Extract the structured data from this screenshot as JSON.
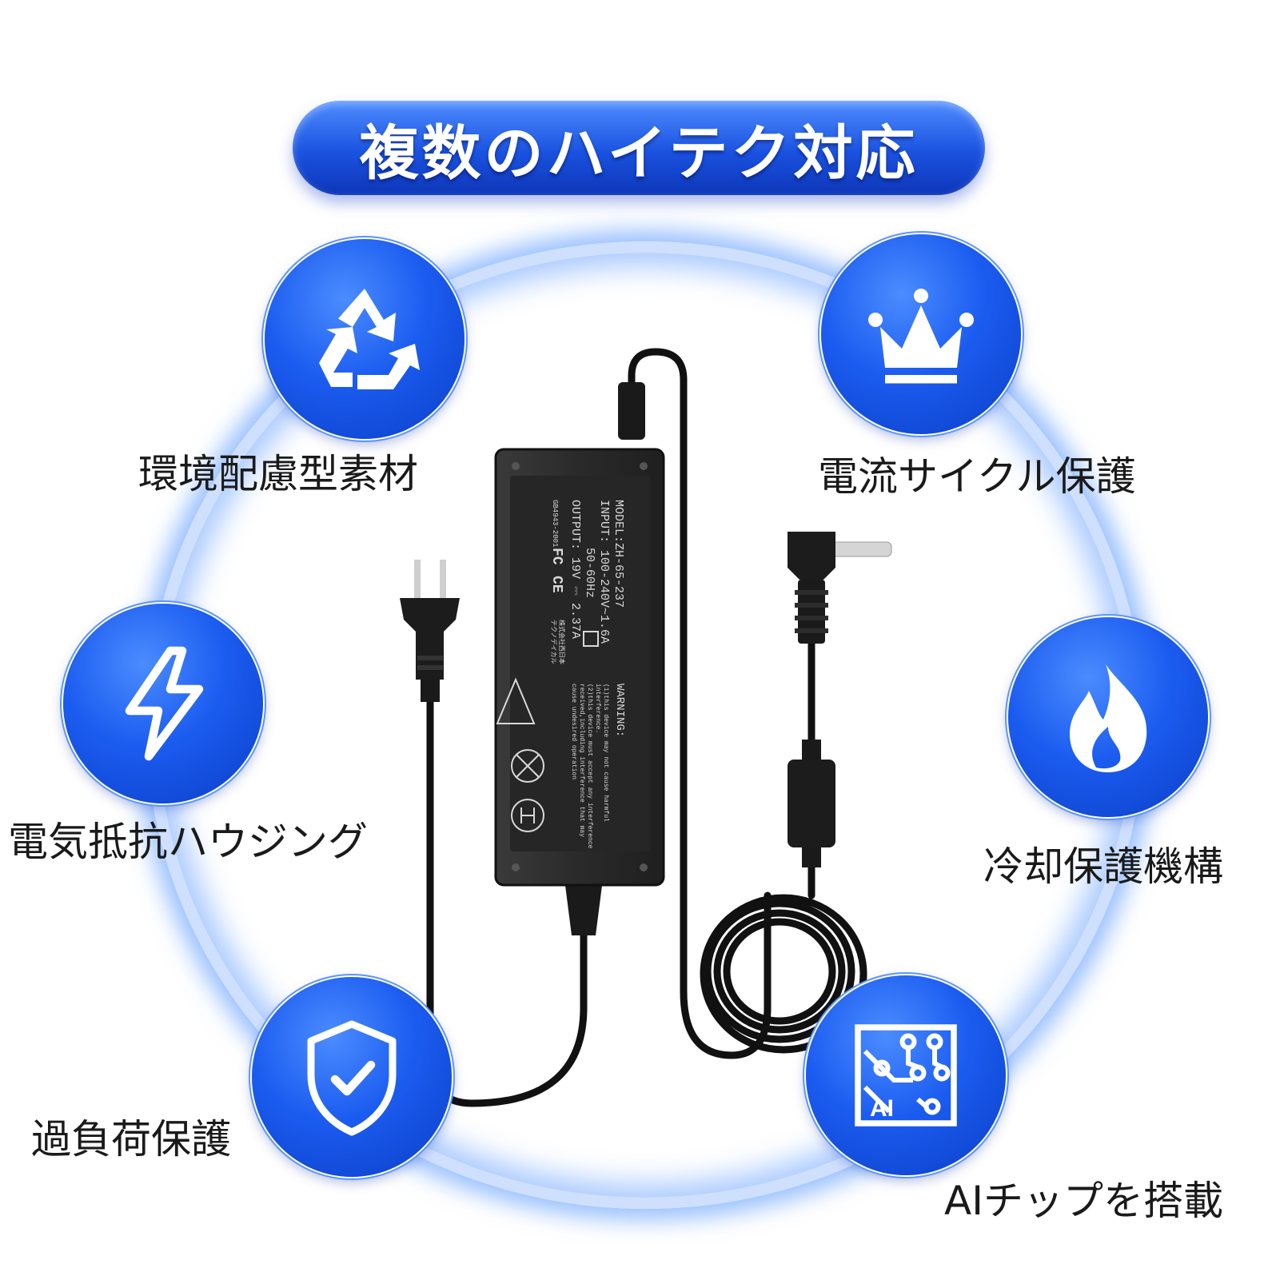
{
  "title": "複数のハイテク対応",
  "features": [
    {
      "label": "環境配慮型素材",
      "icon": "recycle-icon"
    },
    {
      "label": "電流サイクル保護",
      "icon": "crown-icon"
    },
    {
      "label": "電気抵抗ハウジング",
      "icon": "lightning-icon"
    },
    {
      "label": "冷却保護機構",
      "icon": "flame-icon"
    },
    {
      "label": "過負荷保護",
      "icon": "shield-check-icon"
    },
    {
      "label": "AIチップを搭載",
      "icon": "ai-chip-icon"
    }
  ],
  "adapter_label": {
    "model": "MODEL:ZH-65-237",
    "input": "INPUT: 100-240V~1.6A",
    "input_freq": "50-60Hz",
    "output": "OUTPUT: 19V ⎓ 2.37A",
    "warning_title": "WARNING:",
    "warning_1": "(1)this device may not cause harmful",
    "warning_1b": "interference.",
    "warning_2": "(2)this device must accept any interference",
    "warning_2b": "received,including interference that may",
    "warning_2c": "cause undesired operation",
    "standard": "GB4943-2001",
    "fcc_mark": "FC",
    "ce_mark": "CE",
    "maker": "株式会社西日本",
    "maker_2": "テクノデイカル"
  },
  "colors": {
    "accent": "#1a52e0",
    "ring_glow": "#4a8cff",
    "adapter_body": "#2b2b2b"
  }
}
